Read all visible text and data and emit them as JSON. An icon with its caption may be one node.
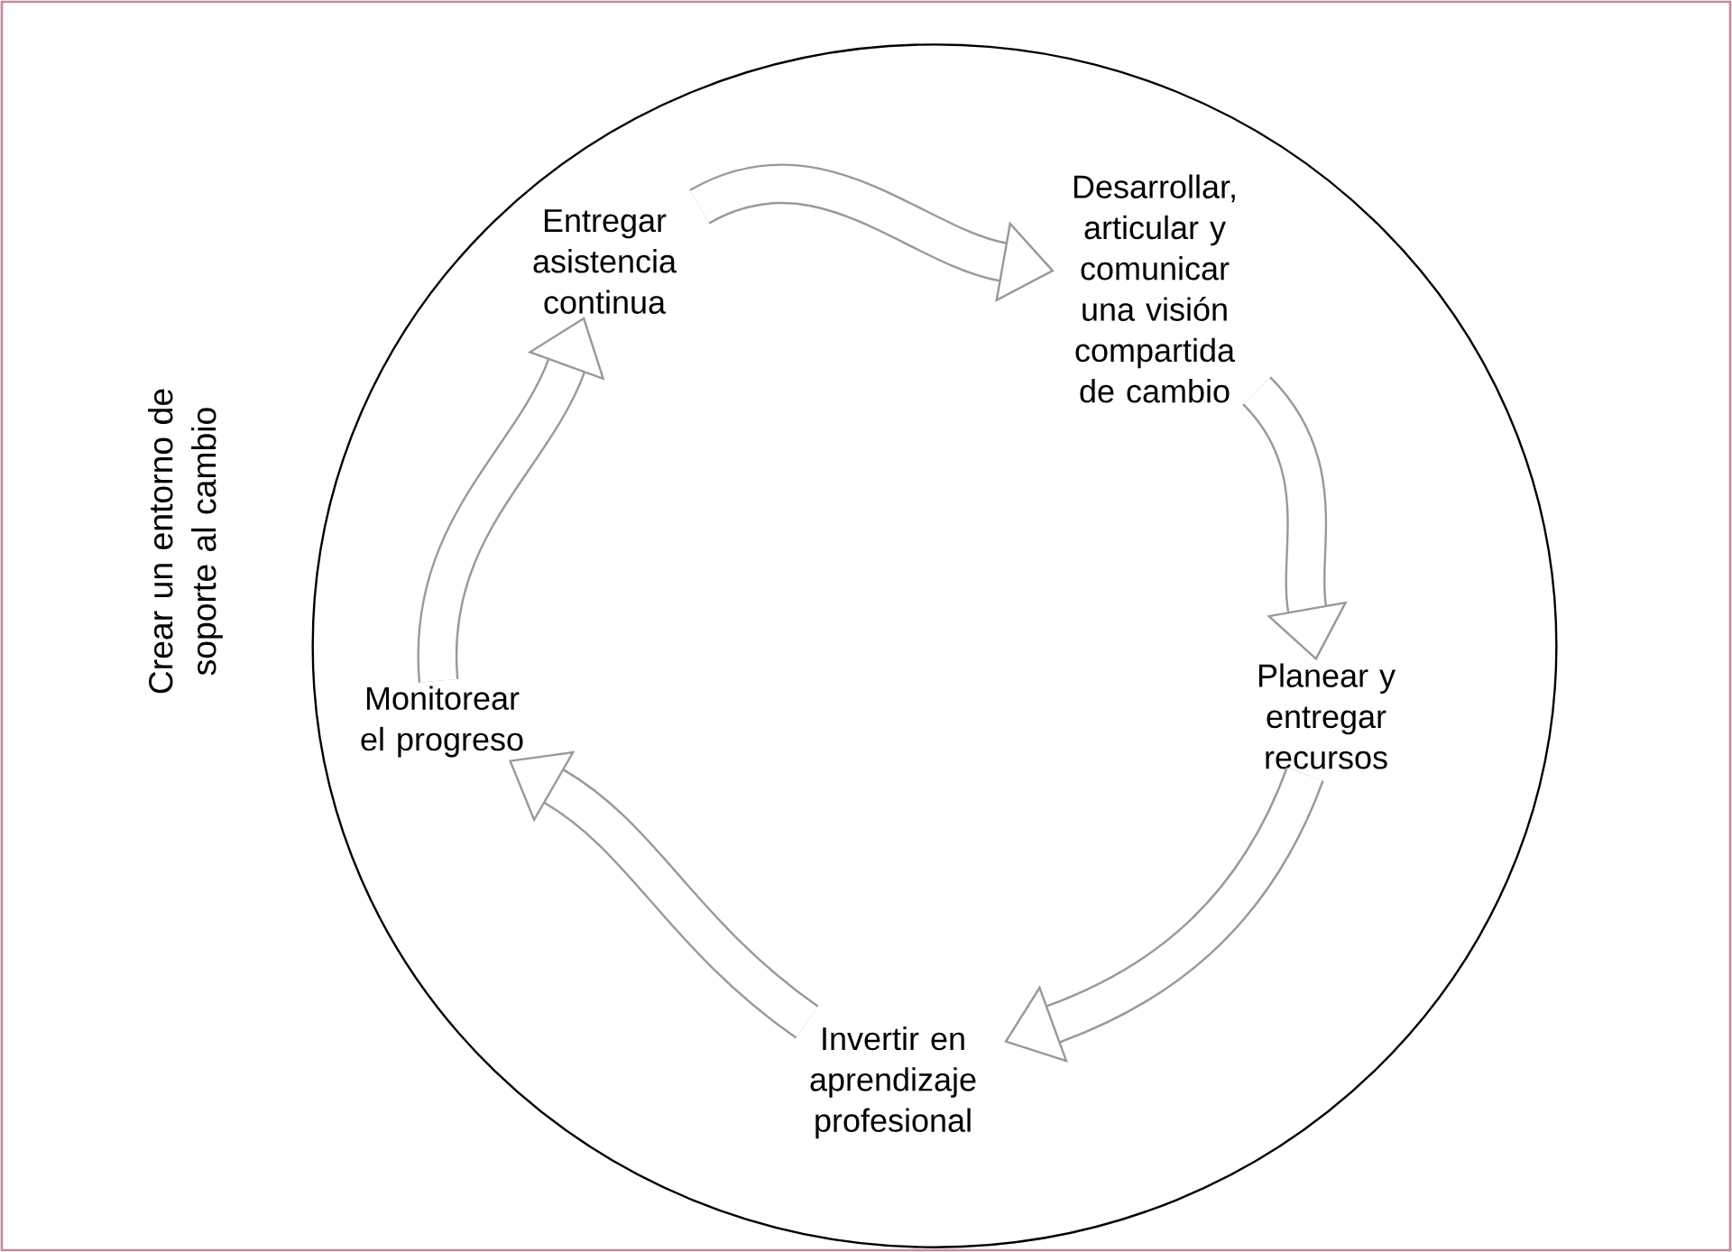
{
  "diagram": {
    "nodes": [
      {
        "text": [],
        "shape": "circle",
        "beside": [
          "Crear un entorno de soporte al cambio"
        ]
      },
      {
        "text": [
          "Entregar asistencia continua"
        ],
        "in": 0
      },
      {
        "text": [
          "Desarrollar, articular y comunicar una visión compartida de cambio"
        ],
        "in": 0
      },
      {
        "text": [
          "Planear y entregar recursos"
        ],
        "in": 0
      },
      {
        "text": [
          "Invertir en aprendizaje profesional"
        ],
        "in": 0
      },
      {
        "text": [
          "Monitorear el progreso"
        ],
        "in": 0
      }
    ],
    "edges": [
      {
        "from": 1,
        "to": 2,
        "arrow": "to"
      },
      {
        "from": 2,
        "to": 3,
        "arrow": "to"
      },
      {
        "from": 3,
        "to": 4,
        "arrow": "to"
      },
      {
        "from": 4,
        "to": 5,
        "arrow": "to"
      },
      {
        "from": 5,
        "to": 1,
        "arrow": "to"
      }
    ]
  }
}
